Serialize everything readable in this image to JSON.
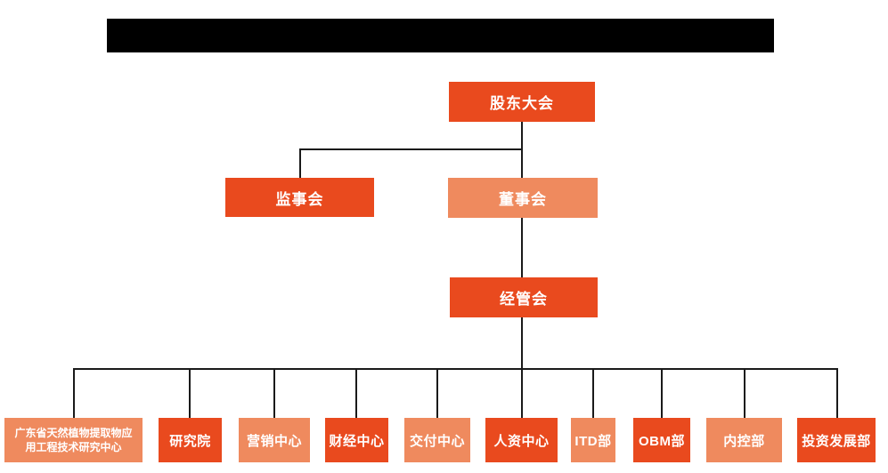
{
  "colors": {
    "node_dark": "#E94A1E",
    "node_light": "#EF8A5E",
    "connector": "#1A1A1A",
    "node_text": "#FFFFFF",
    "redaction": "#000000",
    "page_bg": "#FFFFFF"
  },
  "org_chart": {
    "type": "org-chart",
    "title_redacted": "",
    "nodes": {
      "shareholders": {
        "label": "股东大会",
        "tone": "dark"
      },
      "supervisory": {
        "label": "监事会",
        "tone": "dark"
      },
      "board": {
        "label": "董事会",
        "tone": "light"
      },
      "management": {
        "label": "经管会",
        "tone": "dark"
      },
      "departments": [
        {
          "label": "广东省天然植物提取物应用工程技术研究中心",
          "tone": "light"
        },
        {
          "label": "研究院",
          "tone": "dark"
        },
        {
          "label": "营销中心",
          "tone": "light"
        },
        {
          "label": "财经中心",
          "tone": "dark"
        },
        {
          "label": "交付中心",
          "tone": "light"
        },
        {
          "label": "人资中心",
          "tone": "dark"
        },
        {
          "label": "ITD部",
          "tone": "light"
        },
        {
          "label": "OBM部",
          "tone": "dark"
        },
        {
          "label": "内控部",
          "tone": "light"
        },
        {
          "label": "投资发展部",
          "tone": "dark"
        }
      ]
    },
    "hierarchy": [
      {
        "parent": "股东大会",
        "children": [
          "监事会",
          "董事会"
        ]
      },
      {
        "parent": "董事会",
        "children": [
          "经管会"
        ]
      },
      {
        "parent": "经管会",
        "children": [
          "广东省天然植物提取物应用工程技术研究中心",
          "研究院",
          "营销中心",
          "财经中心",
          "交付中心",
          "人资中心",
          "ITD部",
          "OBM部",
          "内控部",
          "投资发展部"
        ]
      }
    ]
  }
}
